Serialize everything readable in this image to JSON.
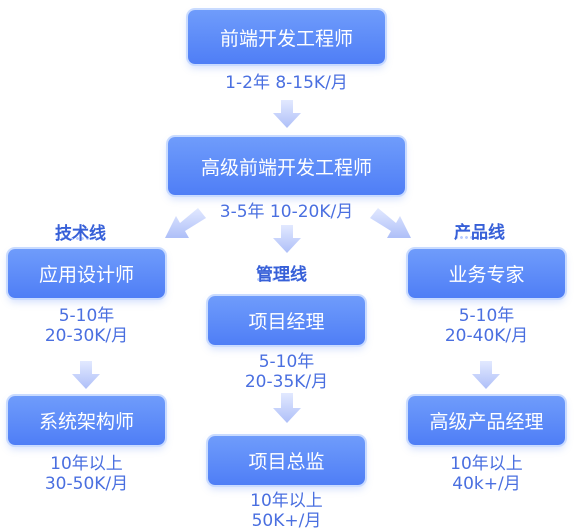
{
  "branches": {
    "tech": "技术线",
    "mgmt": "管理线",
    "product": "产品线"
  },
  "nodes": {
    "frontend": "前端开发工程师",
    "senior_frontend": "高级前端开发工程师",
    "app_designer": "应用设计师",
    "architect": "系统架构师",
    "project_manager": "项目经理",
    "project_director": "项目总监",
    "business_expert": "业务专家",
    "senior_product_manager": "高级产品经理"
  },
  "captions": {
    "frontend": [
      "1-2年 8-15K/月"
    ],
    "senior_frontend": [
      "3-5年 10-20K/月"
    ],
    "app_designer": [
      "5-10年",
      "20-30K/月"
    ],
    "architect": [
      "10年以上",
      "30-50K/月"
    ],
    "project_manager": [
      "5-10年",
      "20-35K/月"
    ],
    "project_director": [
      "10年以上",
      "50K+/月"
    ],
    "business_expert": [
      "5-10年",
      "20-40K/月"
    ],
    "senior_product_manager": [
      "10年以上",
      "40k+/月"
    ]
  }
}
